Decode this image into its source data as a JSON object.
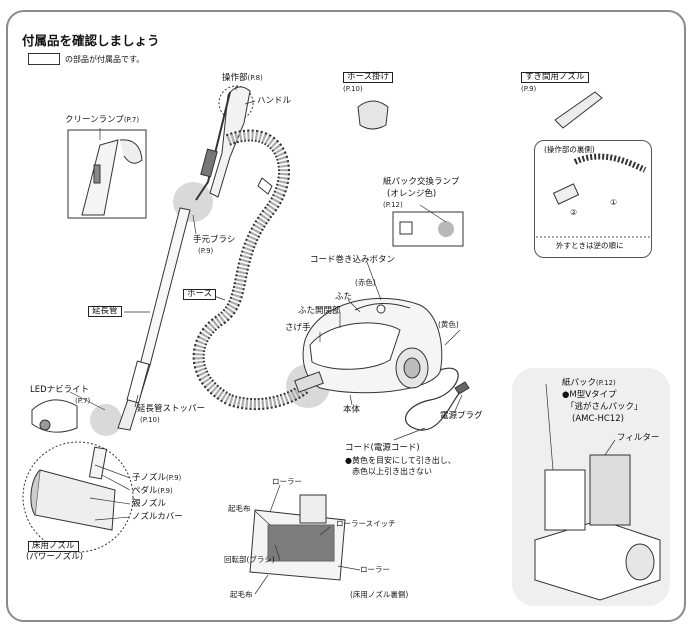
{
  "title": "付属品を確認しましょう",
  "legend": "の部品が付属品です。",
  "labels": {
    "operation_part": "操作部",
    "operation_part_ref": "(P.8)",
    "handle": "ハンドル",
    "clean_lamp": "クリーンランプ",
    "clean_lamp_ref": "(P.7)",
    "hand_brush": "手元ブラシ",
    "hand_brush_ref": "(P.9)",
    "extension_pipe": "延長管",
    "hose": "ホース",
    "led_navi_light": "LEDナビライト",
    "led_navi_light_ref": "(P.7)",
    "pipe_stopper": "延長管ストッパー",
    "pipe_stopper_ref": "(P.10)",
    "child_nozzle": "子ノズル",
    "child_nozzle_ref": "(P.9)",
    "pedal": "ペダル",
    "pedal_ref": "(P.9)",
    "parent_nozzle": "親ノズル",
    "nozzle_cover": "ノズルカバー",
    "floor_nozzle": "床用ノズル",
    "power_nozzle": "(パワーノズル)",
    "hose_hanger": "ホース掛け",
    "hose_hanger_ref": "(P.10)",
    "gap_nozzle": "すき間用ノズル",
    "gap_nozzle_ref": "(P.9)",
    "operation_back": "(操作部の裏側)",
    "step1": "①",
    "step2": "②",
    "remove_note": "外すときは逆の順に",
    "bag_lamp_line1": "紙パック交換ランプ",
    "bag_lamp_line2": "(オレンジ色)",
    "bag_lamp_ref": "(P.12)",
    "cord_reel_button": "コード巻き込みボタン",
    "red": "(赤色)",
    "lid": "ふた",
    "lid_opening": "ふた開閉部",
    "carry_handle": "さげ手",
    "yellow": "(黄色)",
    "body": "本体",
    "power_plug": "電源プラグ",
    "cord": "コード(電源コード)",
    "cord_note1": "●黄色を目安にして引き出し、",
    "cord_note2": "赤色以上引き出さない",
    "roller_top": "ローラー",
    "brush_left_top": "起毛布",
    "roller_switch": "ローラースイッチ",
    "rotary_brush": "回転部(ブラシ)",
    "roller_right": "ローラー",
    "brush_left_bottom": "起毛布",
    "nozzle_underside": "(床用ノズル裏側)",
    "paper_bag": "紙パック",
    "paper_bag_ref": "(P.12)",
    "paper_bag_type": "●M型Vタイプ",
    "paper_bag_name": "「逃がさんパック」",
    "paper_bag_model": "(AMC-HC12)",
    "filter": "フィルター"
  },
  "colors": {
    "frame": "#8a8a8a",
    "highlight_circle": "#d9d9d9",
    "bag_lamp": "#b8b8b8",
    "inset_bg": "#efefef"
  }
}
